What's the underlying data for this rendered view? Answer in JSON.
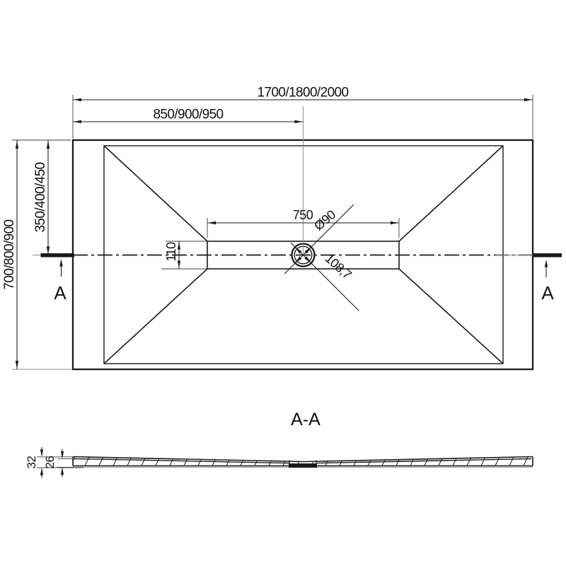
{
  "colors": {
    "line": "#1a1a1a",
    "auxiliary_line": "#8f8f8f",
    "section_base_fill": "#b0b0b0",
    "background": "#ffffff"
  },
  "top_view": {
    "dim_total_width": "1700/1800/2000",
    "dim_drain_offset_x": "850/900/950",
    "dim_total_depth": "700/800/900",
    "dim_drain_offset_y": "350/400/450",
    "dim_channel_length": "750",
    "dim_channel_width": "110",
    "dim_drain_diameter": "Ø90",
    "dim_drain_diagonal": "108,7",
    "section_marker_left": "A",
    "section_marker_right": "A"
  },
  "section_view": {
    "title": "A-A",
    "dim_total_height": "32",
    "dim_tray_thickness": "26"
  }
}
